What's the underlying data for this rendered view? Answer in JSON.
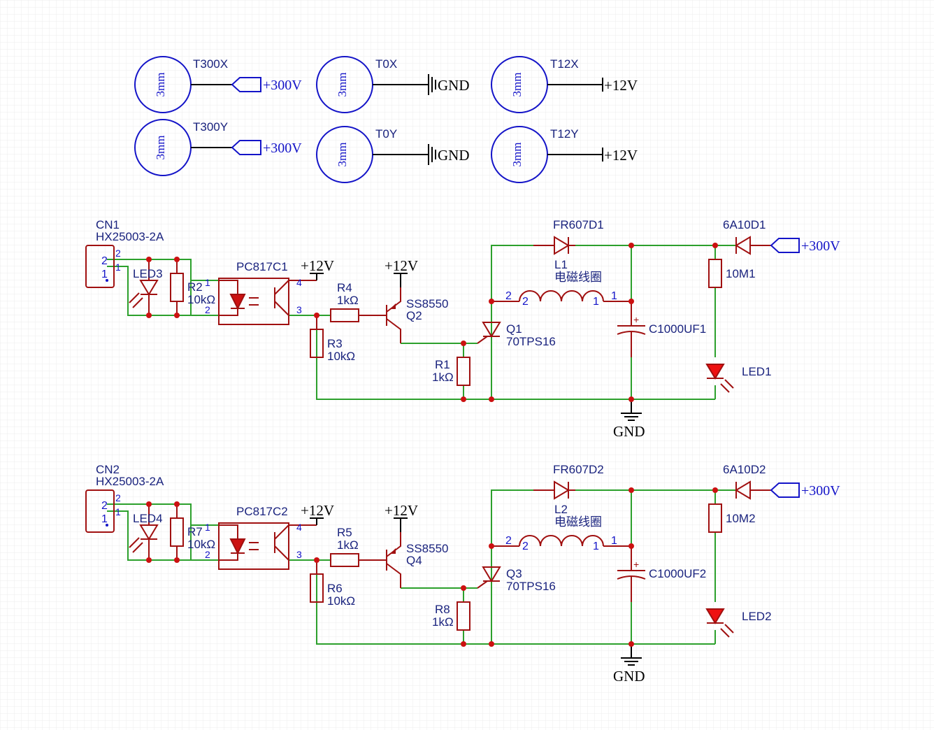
{
  "holes": [
    {
      "ref": "T300X",
      "size": "3mm",
      "net": "+300V"
    },
    {
      "ref": "T0X",
      "size": "3mm",
      "net": "GND"
    },
    {
      "ref": "T12X",
      "size": "3mm",
      "net": "+12V"
    },
    {
      "ref": "T300Y",
      "size": "3mm",
      "net": "+300V"
    },
    {
      "ref": "T0Y",
      "size": "3mm",
      "net": "GND"
    },
    {
      "ref": "T12Y",
      "size": "3mm",
      "net": "+12V"
    }
  ],
  "circuits": [
    {
      "cn": "CN1",
      "cn_part": "HX25003-2A",
      "led_in": "LED3",
      "r_in": "R2",
      "r_in_val": "10kΩ",
      "opto": "PC817C1",
      "r_base": "R4",
      "r_base_val": "1kΩ",
      "r_pull": "R3",
      "r_pull_val": "10kΩ",
      "pnp": "SS8550",
      "pnp_ref": "Q2",
      "scr": "Q1",
      "scr_part": "70TPS16",
      "r_gate": "R1",
      "r_gate_val": "1kΩ",
      "diode": "FR607D1",
      "coil": "L1",
      "coil_name": "电磁线圈",
      "cap": "C1000UF1",
      "diode_in": "6A10D1",
      "r_led": "10M1",
      "led_out": "LED1",
      "net_12v": "+12V",
      "net_300v": "+300V",
      "net_gnd": "GND"
    },
    {
      "cn": "CN2",
      "cn_part": "HX25003-2A",
      "led_in": "LED4",
      "r_in": "R7",
      "r_in_val": "10kΩ",
      "opto": "PC817C2",
      "r_base": "R5",
      "r_base_val": "1kΩ",
      "r_pull": "R6",
      "r_pull_val": "10kΩ",
      "pnp": "SS8550",
      "pnp_ref": "Q4",
      "scr": "Q3",
      "scr_part": "70TPS16",
      "r_gate": "R8",
      "r_gate_val": "1kΩ",
      "diode": "FR607D2",
      "coil": "L2",
      "coil_name": "电磁线圈",
      "cap": "C1000UF2",
      "diode_in": "6A10D2",
      "r_led": "10M2",
      "led_out": "LED2",
      "net_12v": "+12V",
      "net_300v": "+300V",
      "net_gnd": "GND"
    }
  ],
  "pins": {
    "one": "1",
    "two": "2",
    "three": "3",
    "four": "4",
    "plus": "+"
  },
  "colors": {
    "wire": "#2ca02c",
    "component": "#a01010",
    "junction": "#cc1111",
    "pin": "#1414c8",
    "grid": "#e4e4e4"
  }
}
